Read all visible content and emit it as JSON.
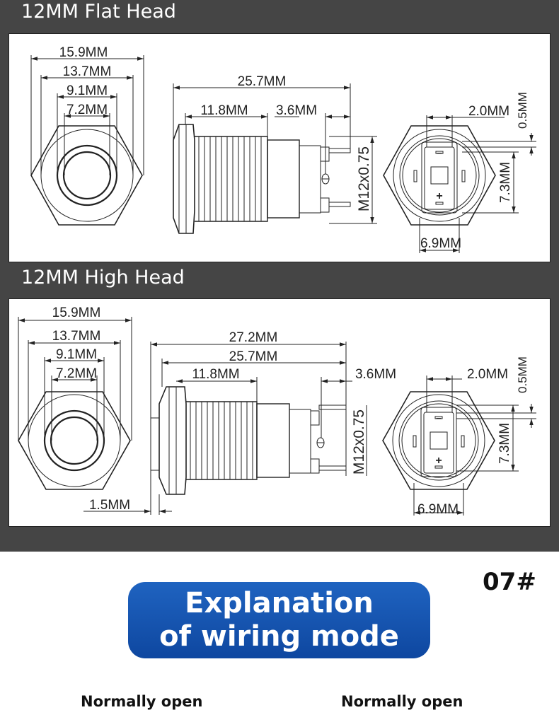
{
  "flat_head": {
    "title": "12MM Flat Head",
    "dims": {
      "outer_hex": "15.9MM",
      "outer_ring": "13.7MM",
      "inner_ring": "9.1MM",
      "button": "7.2MM",
      "body_length": "25.7MM",
      "thread_length": "11.8MM",
      "terminal_length": "3.6MM",
      "thread": "M12x0.75",
      "terminal_width": "2.0MM",
      "terminal_thickness": "0.5MM",
      "terminal_span": "7.3MM",
      "terminal_spacing": "6.9MM"
    }
  },
  "high_head": {
    "title": "12MM High Head",
    "dims": {
      "outer_hex": "15.9MM",
      "outer_ring": "13.7MM",
      "inner_ring": "9.1MM",
      "button": "7.2MM",
      "total_length": "27.2MM",
      "body_length": "25.7MM",
      "thread_length": "11.8MM",
      "terminal_length": "3.6MM",
      "thread": "M12x0.75",
      "terminal_width": "2.0MM",
      "terminal_thickness": "0.5MM",
      "terminal_span": "7.3MM",
      "terminal_spacing": "6.9MM",
      "head_height": "1.5MM"
    }
  },
  "terminal_symbols": {
    "minus": "−",
    "plus": "+"
  },
  "model_code": "07#",
  "wiring": {
    "line1": "Explanation",
    "line2": "of wiring mode"
  },
  "modes": {
    "left": "Normally open",
    "right": "Normally open"
  },
  "colors": {
    "background": "#454545",
    "badge": "#1657b3",
    "panel": "#ffffff"
  }
}
